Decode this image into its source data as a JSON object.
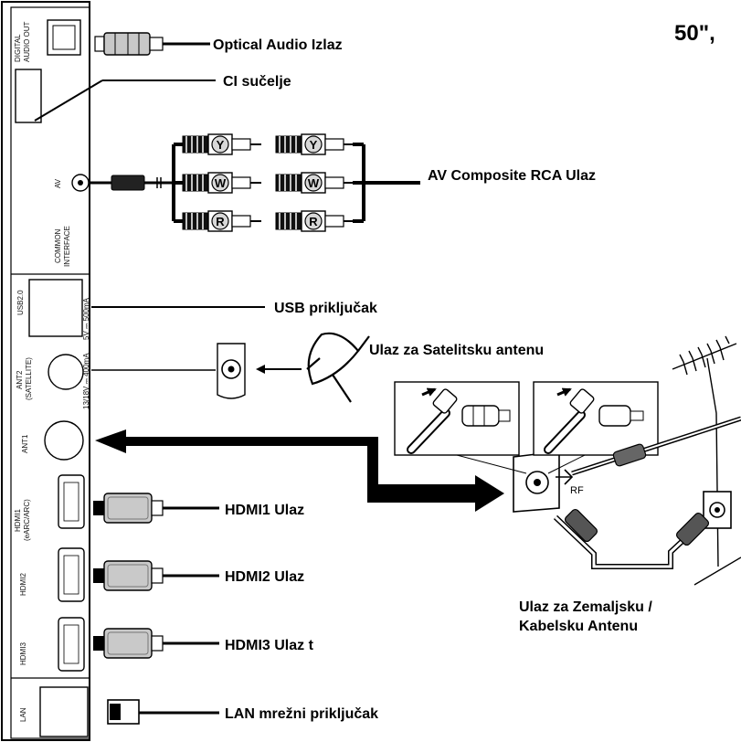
{
  "header": {
    "size_label": "50\","
  },
  "panel": {
    "ports": {
      "digital_audio_out_1": "DIGITAL",
      "digital_audio_out_2": "AUDIO OUT",
      "av": "AV",
      "common_interface_1": "COMMON",
      "common_interface_2": "INTERFACE",
      "usb": "USB2.0",
      "usb_rating": "5V ⎓ 500mA",
      "ant2_1": "ANT2",
      "ant2_2": "(SATELLITE)",
      "ant2_rating": "13/18V ⎓ 400mA",
      "ant1": "ANT1",
      "hdmi1_1": "HDMI1",
      "hdmi1_2": "(eARC/ARC)",
      "hdmi2": "HDMI2",
      "hdmi3": "HDMI3",
      "lan": "LAN"
    }
  },
  "labels": {
    "optical": "Optical Audio Izlaz",
    "ci": "CI sučelje",
    "av": "AV Composite RCA Ulaz",
    "usb": "USB priključak",
    "satellite": "Ulaz za Satelitsku antenu",
    "hdmi1": "HDMI1 Ulaz",
    "hdmi2": "HDMI2 Ulaz",
    "hdmi3": "HDMI3 Ulaz t",
    "lan": "LAN mrežni priključak",
    "terrestrial_1": "Ulaz za Zemaljsku /",
    "terrestrial_2": "Kabelsku Antenu"
  },
  "rca_plugs": [
    "Y",
    "W",
    "R"
  ],
  "rf_label": "RF",
  "icons": {
    "dish": "satellite-dish-icon",
    "antenna": "rooftop-antenna-icon",
    "wall": "wall-socket-icon"
  }
}
